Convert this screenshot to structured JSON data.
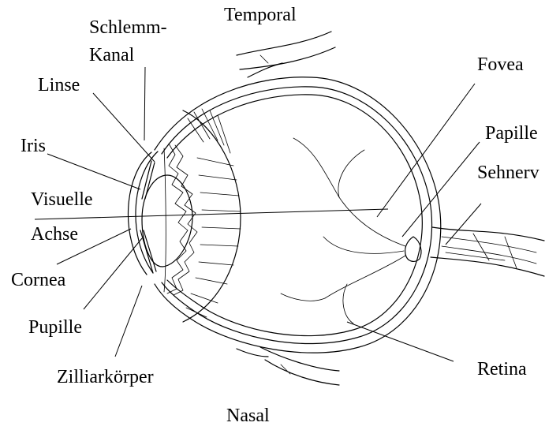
{
  "labels": {
    "temporal": "Temporal",
    "schlemm_line1": "Schlemm-",
    "schlemm_line2": "Kanal",
    "linse": "Linse",
    "iris": "Iris",
    "visuelle_line1": "Visuelle",
    "visuelle_line2": "Achse",
    "cornea": "Cornea",
    "pupille": "Pupille",
    "zilliarkoerper": "Zilliarkörper",
    "nasal": "Nasal",
    "fovea": "Fovea",
    "papille": "Papille",
    "sehnerv": "Sehnerv",
    "retina": "Retina"
  }
}
